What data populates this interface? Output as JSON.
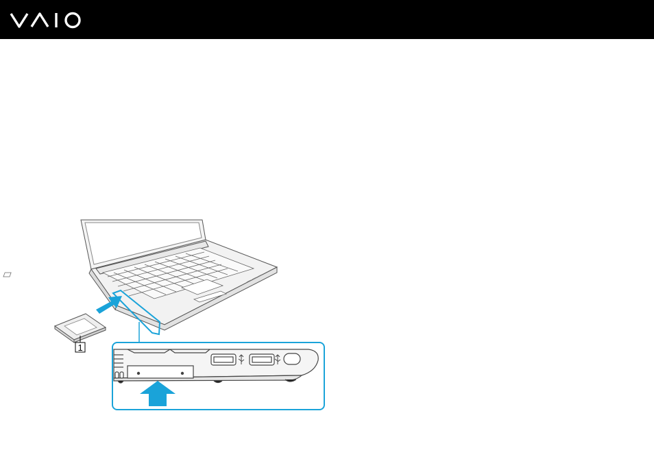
{
  "header": {
    "brand": "VAIO",
    "background": "#000000",
    "logo_color": "#ffffff"
  },
  "figure": {
    "callout_number": "1",
    "highlight_color": "#1aa3d9",
    "arrow_color": "#1aa3d9",
    "icons": [
      "laptop-illustration",
      "expresscard-module",
      "insert-arrow-icon",
      "usb-port-icon"
    ]
  }
}
